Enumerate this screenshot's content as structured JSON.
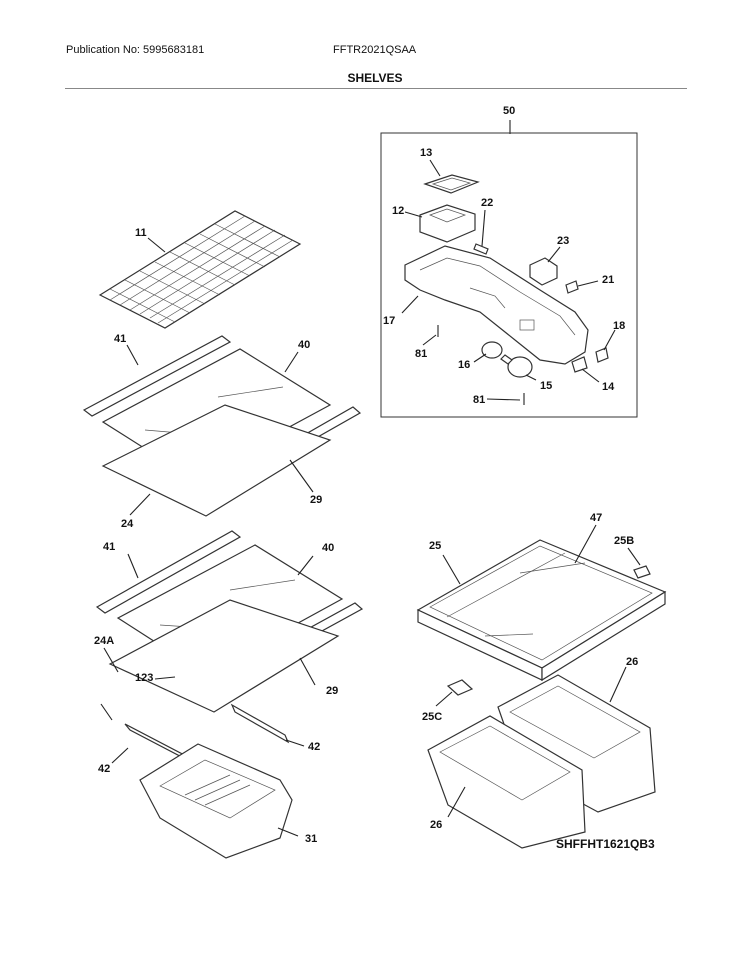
{
  "header": {
    "publication": "Publication No: 5995683181",
    "model": "FFTR2021QSAA",
    "title": "SHELVES"
  },
  "diagram_code": "SHFFHT1621QB3",
  "callouts": [
    "50",
    "13",
    "12",
    "22",
    "23",
    "21",
    "17",
    "18",
    "81",
    "16",
    "15",
    "14",
    "81",
    "11",
    "41",
    "40",
    "29",
    "24",
    "41",
    "40",
    "24A",
    "123",
    "29",
    "42",
    "42",
    "31",
    "47",
    "25",
    "25B",
    "26",
    "25C",
    "26"
  ]
}
